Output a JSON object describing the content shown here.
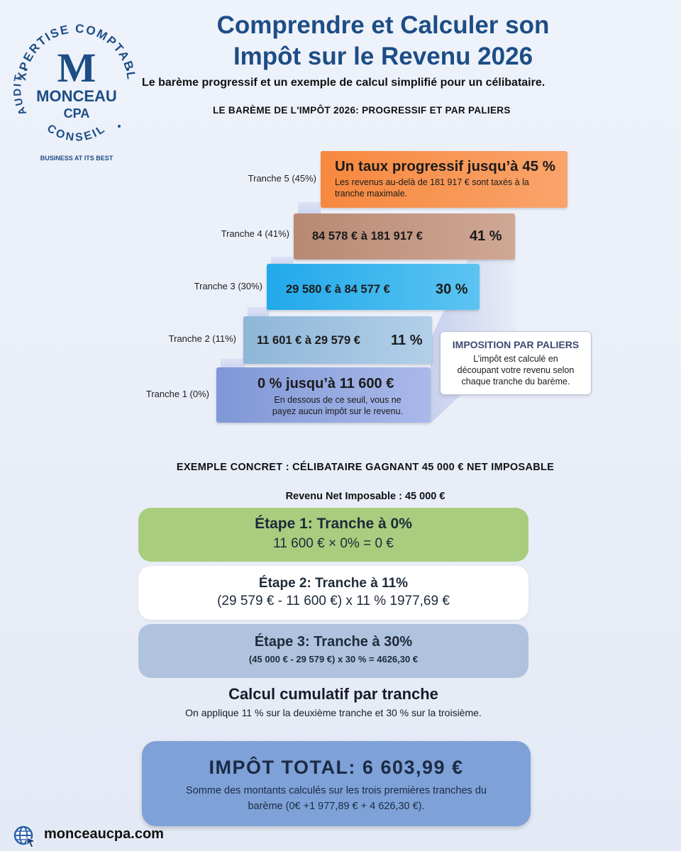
{
  "brand": {
    "ring_top": "EXPERTISE COMPTABLE",
    "ring_left": "AUDIT",
    "ring_bottom": "CONSEIL",
    "monogram": "M",
    "name": "MONCEAU",
    "sub": "CPA",
    "tagline": "BUSINESS AT ITS BEST",
    "color": "#1d4d86"
  },
  "header": {
    "title_line1": "Comprendre et Calculer son",
    "title_line2": "Impôt sur le Revenu 2026",
    "subtitle": "Le barème progressif et un exemple de calcul simplifié pour un célibataire."
  },
  "bareme": {
    "heading": "LE BARÈME DE L'IMPÔT 2026: PROGRESSIF ET PAR PALIERS",
    "tranches": [
      {
        "label": "Tranche 1 (0%)",
        "headline": "0 % jusqu’à 11 600 €",
        "desc_line1": "En dessous de ce seuil, vous ne",
        "desc_line2": "payez aucun impôt sur le revenu.",
        "color": "#8fa3dc"
      },
      {
        "label": "Tranche 2 (11%)",
        "range": "11 601 € à 29 579 €",
        "rate": "11 %",
        "color": "#9fc1e0"
      },
      {
        "label": "Tranche 3 (30%)",
        "range": "29 580 € à 84 577 €",
        "rate": "30 %",
        "color": "#2fb0ee"
      },
      {
        "label": "Tranche 4 (41%)",
        "range": "84 578 € à 181 917 €",
        "rate": "41 %",
        "color": "#c1977f"
      },
      {
        "label": "Tranche 5 (45%)",
        "headline": "Un taux progressif jusqu’à 45 %",
        "desc_line1": "Les revenus au-delà de 181 917 € sont taxés à la",
        "desc_line2": "tranche maximale.",
        "color": "#f7914f"
      }
    ],
    "callout": {
      "title": "IMPOSITION PAR PALIERS",
      "line1": "L’impôt est calculé en",
      "line2": "découpant votre revenu selon",
      "line3": "chaque tranche du barème."
    }
  },
  "exemple": {
    "heading": "EXEMPLE CONCRET : CÉLIBATAIRE GAGNANT 45 000 € NET IMPOSABLE",
    "revenu": "Revenu Net Imposable : 45 000 €",
    "etapes": [
      {
        "title": "Étape 1: Tranche à 0%",
        "calc": "11 600 € × 0% = 0 €",
        "color": "#a8cd7e"
      },
      {
        "title": "Étape 2: Tranche à 11%",
        "calc": "(29 579 € - 11 600 €) x 11 % 1977,69 €",
        "color": "#ffffff"
      },
      {
        "title": "Étape 3: Tranche à 30%",
        "calc": "(45 000 € - 29 579 €) x 30 % = 4626,30 €",
        "color": "#afc2de"
      }
    ],
    "cumul_title": "Calcul cumulatif par tranche",
    "cumul_desc": "On applique 11 % sur la deuxième tranche et 30 % sur la troisième."
  },
  "total": {
    "title": "IMPÔT TOTAL: 6 603,99 €",
    "desc_line1": "Somme des montants calculés sur les trois premières tranches du",
    "desc_line2": "barème (0€ +1 977,89 € + 4 626,30 €)."
  },
  "footer": {
    "website": "monceaucpa.com",
    "icon": "globe-cursor-icon"
  }
}
